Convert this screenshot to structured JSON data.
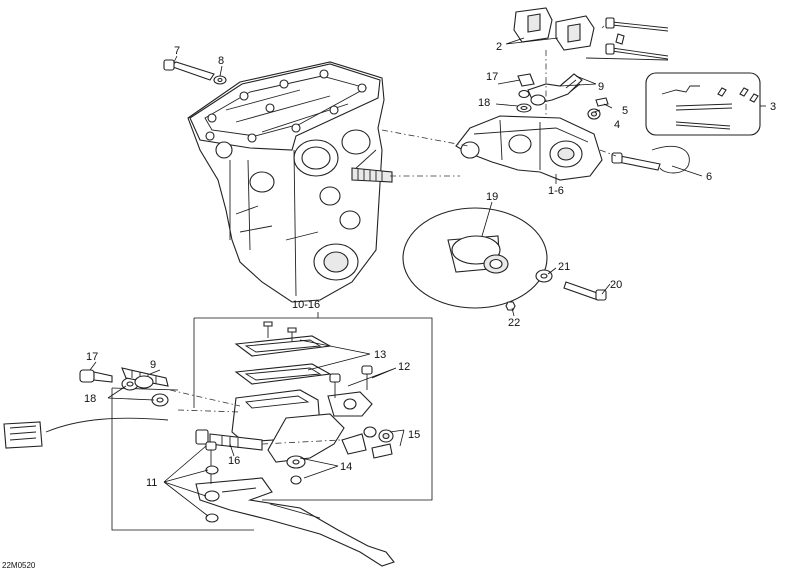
{
  "figure": {
    "reference_code": "22M0520",
    "callouts": {
      "c1_6": "1-6",
      "c2": "2",
      "c3": "3",
      "c4": "4",
      "c5": "5",
      "c6": "6",
      "c7": "7",
      "c8": "8",
      "c9_top": "9",
      "c17_top": "17",
      "c18_top": "18",
      "c19": "19",
      "c20": "20",
      "c21": "21",
      "c22": "22",
      "c10_16": "10-16",
      "c13": "13",
      "c12": "12",
      "c17_bottom": "17",
      "c9_bottom": "9",
      "c18_bottom": "18",
      "c15": "15",
      "c16": "16",
      "c14": "14",
      "c11": "11"
    }
  }
}
